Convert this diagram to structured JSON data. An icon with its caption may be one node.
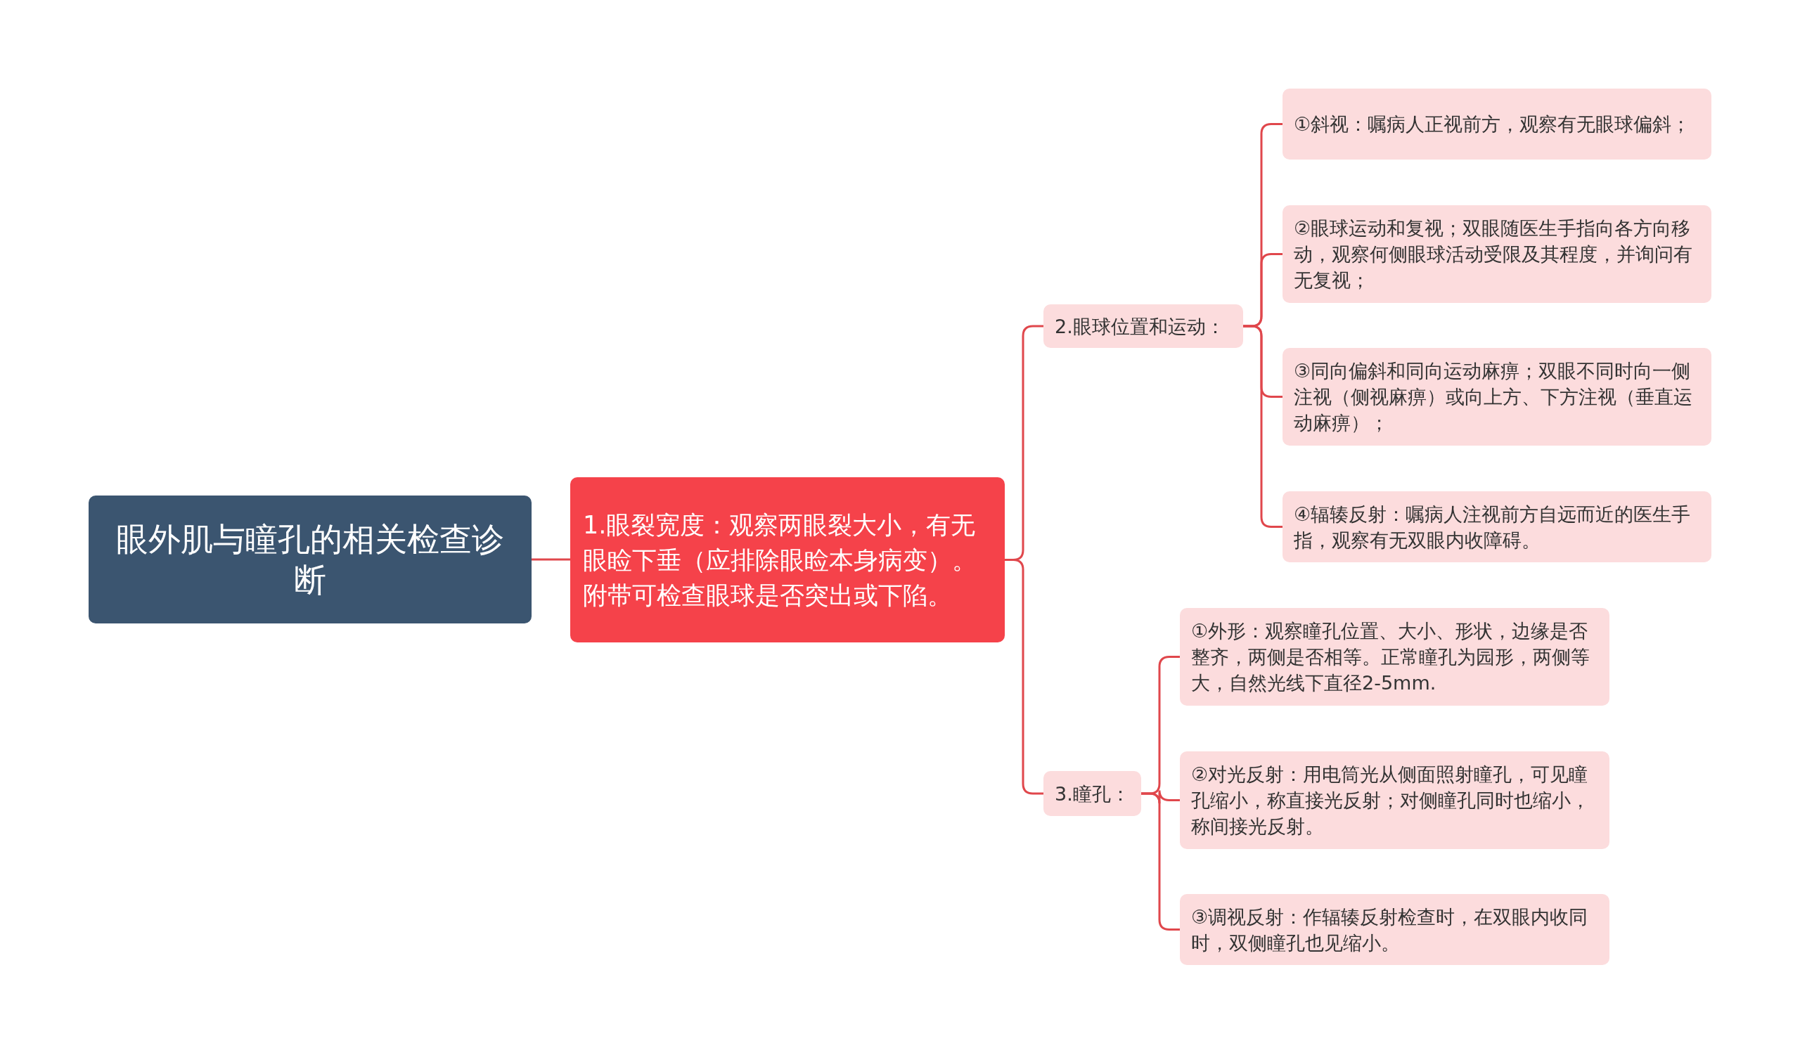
{
  "diagram": {
    "nodes": [
      {
        "text": [
          "眼外肌与瞳孔的相关检查诊断"
        ]
      },
      {
        "text": [
          "1.眼裂宽度：观察两眼裂大小，有无眼睑下垂（应排除眼睑本身病变）。附带可检查眼球是否突出或下陷。"
        ]
      },
      {
        "text": [
          "2.眼球位置和运动："
        ]
      },
      {
        "text": [
          "3.瞳孔："
        ]
      },
      {
        "text": [
          "①斜视：嘱病人正视前方，观察有无眼球偏斜；"
        ]
      },
      {
        "text": [
          "②眼球运动和复视；双眼随医生手指向各方向移动，观察何侧眼球活动受限及其程度，并询问有无复视；"
        ]
      },
      {
        "text": [
          "③同向偏斜和同向运动麻痹；双眼不同时向一侧注视（侧视麻痹）或向上方、下方注视（垂直运动麻痹）；"
        ]
      },
      {
        "text": [
          "④辐辏反射：嘱病人注视前方自远而近的医生手指，观察有无双眼内收障碍。"
        ]
      },
      {
        "text": [
          "①外形：观察瞳孔位置、大小、形状，边缘是否整齐，两侧是否相等。正常瞳孔为园形，两侧等大，自然光线下直径2-5mm."
        ]
      },
      {
        "text": [
          "②对光反射：用电筒光从侧面照射瞳孔，可见瞳孔缩小，称直接光反射；对侧瞳孔同时也缩小，称间接光反射。"
        ]
      },
      {
        "text": [
          "③调视反射：作辐辏反射检查时，在双眼内收同时，双侧瞳孔也见缩小。"
        ]
      }
    ],
    "edges": [
      {
        "from": 0,
        "to": 1,
        "arrow": "none"
      },
      {
        "from": 1,
        "to": 2,
        "arrow": "none"
      },
      {
        "from": 1,
        "to": 3,
        "arrow": "none"
      },
      {
        "from": 2,
        "to": 4,
        "arrow": "none"
      },
      {
        "from": 2,
        "to": 5,
        "arrow": "none"
      },
      {
        "from": 2,
        "to": 6,
        "arrow": "none"
      },
      {
        "from": 2,
        "to": 7,
        "arrow": "none"
      },
      {
        "from": 3,
        "to": 8,
        "arrow": "none"
      },
      {
        "from": 3,
        "to": 9,
        "arrow": "none"
      },
      {
        "from": 3,
        "to": 10,
        "arrow": "none"
      }
    ]
  }
}
